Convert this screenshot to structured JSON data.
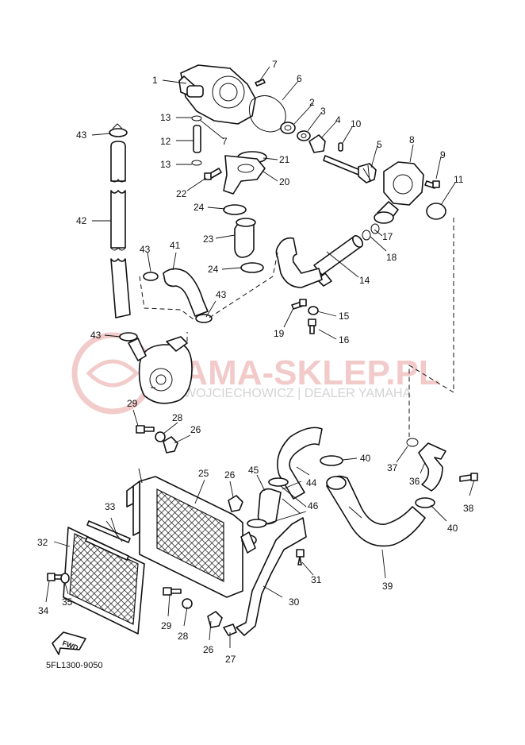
{
  "labels": [
    "1",
    "2",
    "3",
    "4",
    "5",
    "6",
    "7",
    "7",
    "8",
    "9",
    "10",
    "11",
    "12",
    "13",
    "13",
    "14",
    "15",
    "16",
    "17",
    "18",
    "19",
    "20",
    "21",
    "22",
    "23",
    "24",
    "24",
    "25",
    "26",
    "26",
    "26",
    "27",
    "28",
    "28",
    "29",
    "29",
    "30",
    "31",
    "32",
    "33",
    "34",
    "35",
    "36",
    "37",
    "38",
    "39",
    "40",
    "40",
    "41",
    "42",
    "43",
    "43",
    "43",
    "43",
    "44",
    "45",
    "46"
  ],
  "watermark": {
    "brand": "YAMA-SKLEP.PL",
    "dealer": "WOJCIECHOWICZ | DEALER YAMAHA"
  },
  "fwd_label": "FWD",
  "diagram_code": "5FL1300-9050",
  "colors": {
    "line": "#111111",
    "watermark_red": "#e8a0a0",
    "watermark_grey": "#cfcfcf"
  }
}
